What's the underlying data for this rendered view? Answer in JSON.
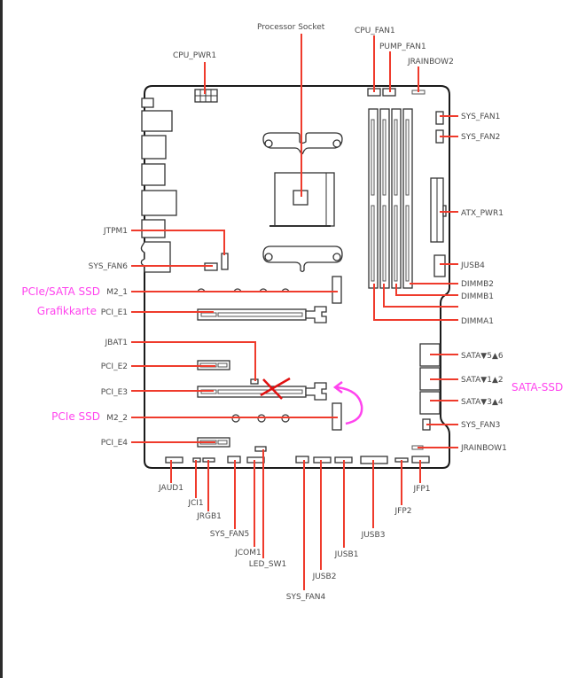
{
  "colors": {
    "leader": "#ef3b2c",
    "annotation": "#ff44ee",
    "board": "#1a1a1a",
    "label": "#4a4a4a",
    "cross_mark": "#e01010"
  },
  "top_labels": {
    "processor_socket": "Processor Socket",
    "cpu_pwr1": "CPU_PWR1",
    "cpu_fan1": "CPU_FAN1",
    "pump_fan1": "PUMP_FAN1",
    "jrainbow2": "JRAINBOW2"
  },
  "right_labels": {
    "sys_fan1": "SYS_FAN1",
    "sys_fan2": "SYS_FAN2",
    "atx_pwr1": "ATX_PWR1",
    "jusb4": "JUSB4",
    "dimmb2": "DIMMB2",
    "dimmb1": "DIMMB1",
    "dimma2": "",
    "dimma1": "DIMMA1",
    "sata56": "SATA▼5▲6",
    "sata12": "SATA▼1▲2",
    "sata34": "SATA▼3▲4",
    "sys_fan3": "SYS_FAN3",
    "jrainbow1": "JRAINBOW1"
  },
  "left_labels": {
    "jtpm1": "JTPM1",
    "sys_fan6": "SYS_FAN6",
    "m2_1": "M2_1",
    "pci_e1": "PCI_E1",
    "jbat1": "JBAT1",
    "pci_e2": "PCI_E2",
    "pci_e3": "PCI_E3",
    "m2_2": "M2_2",
    "pci_e4": "PCI_E4"
  },
  "bottom_labels": {
    "jaud1": "JAUD1",
    "jci1": "JCI1",
    "jrgb1": "JRGB1",
    "sys_fan5": "SYS_FAN5",
    "jcom1": "JCOM1",
    "led_sw1": "LED_SW1",
    "sys_fan4": "SYS_FAN4",
    "jusb2": "JUSB2",
    "jusb1": "JUSB1",
    "jusb3": "JUSB3",
    "jfp2": "JFP2",
    "jfp1": "JFP1"
  },
  "annotations": {
    "m2_1_note": "PCIe/SATA SSD",
    "pci_e1_note": "Grafikkarte",
    "m2_2_note": "PCIe SSD",
    "sata_note": "SATA-SSD",
    "pci_e3_marked": "crossed-out",
    "move_arrow": "curved-arrow-from-m2_2-to-pci_e3"
  }
}
